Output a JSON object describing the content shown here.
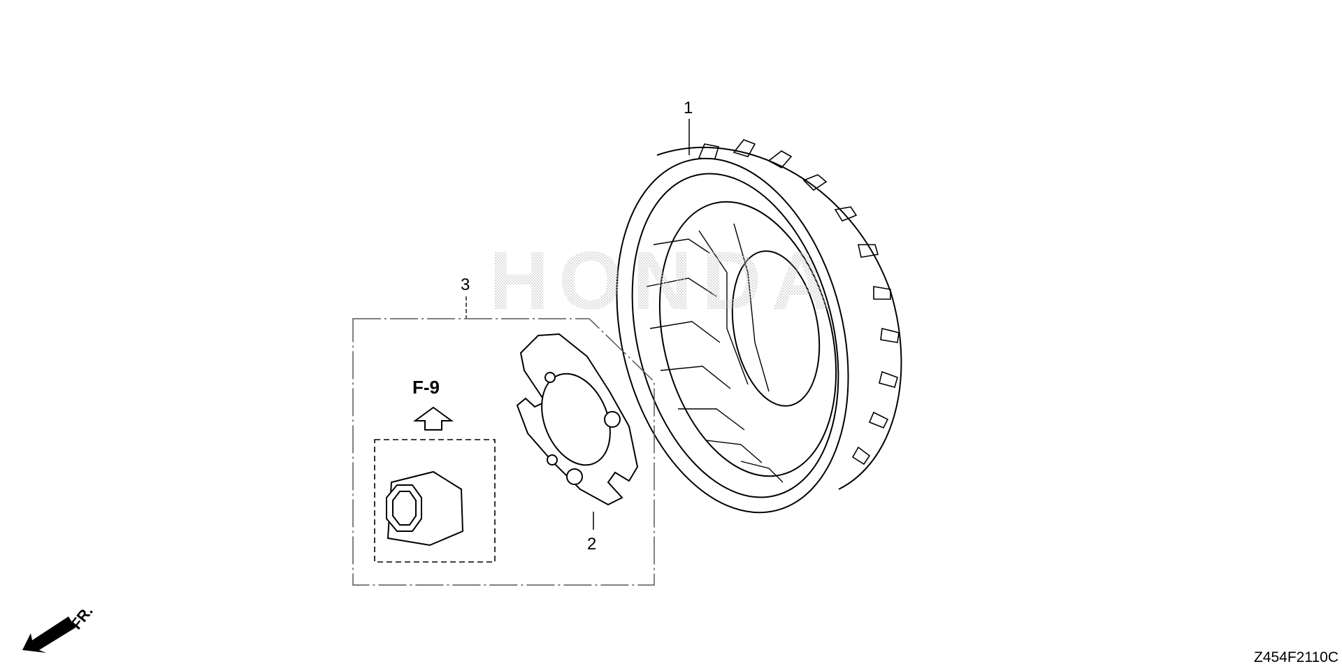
{
  "diagram": {
    "watermark": "HONDA",
    "callouts": [
      {
        "number": "1",
        "part": "flywheel"
      },
      {
        "number": "2",
        "part": "plate"
      },
      {
        "number": "3",
        "part": "kit"
      }
    ],
    "reference_label": "F-9",
    "direction_label": "FR.",
    "drawing_code": "Z454F2110C"
  }
}
